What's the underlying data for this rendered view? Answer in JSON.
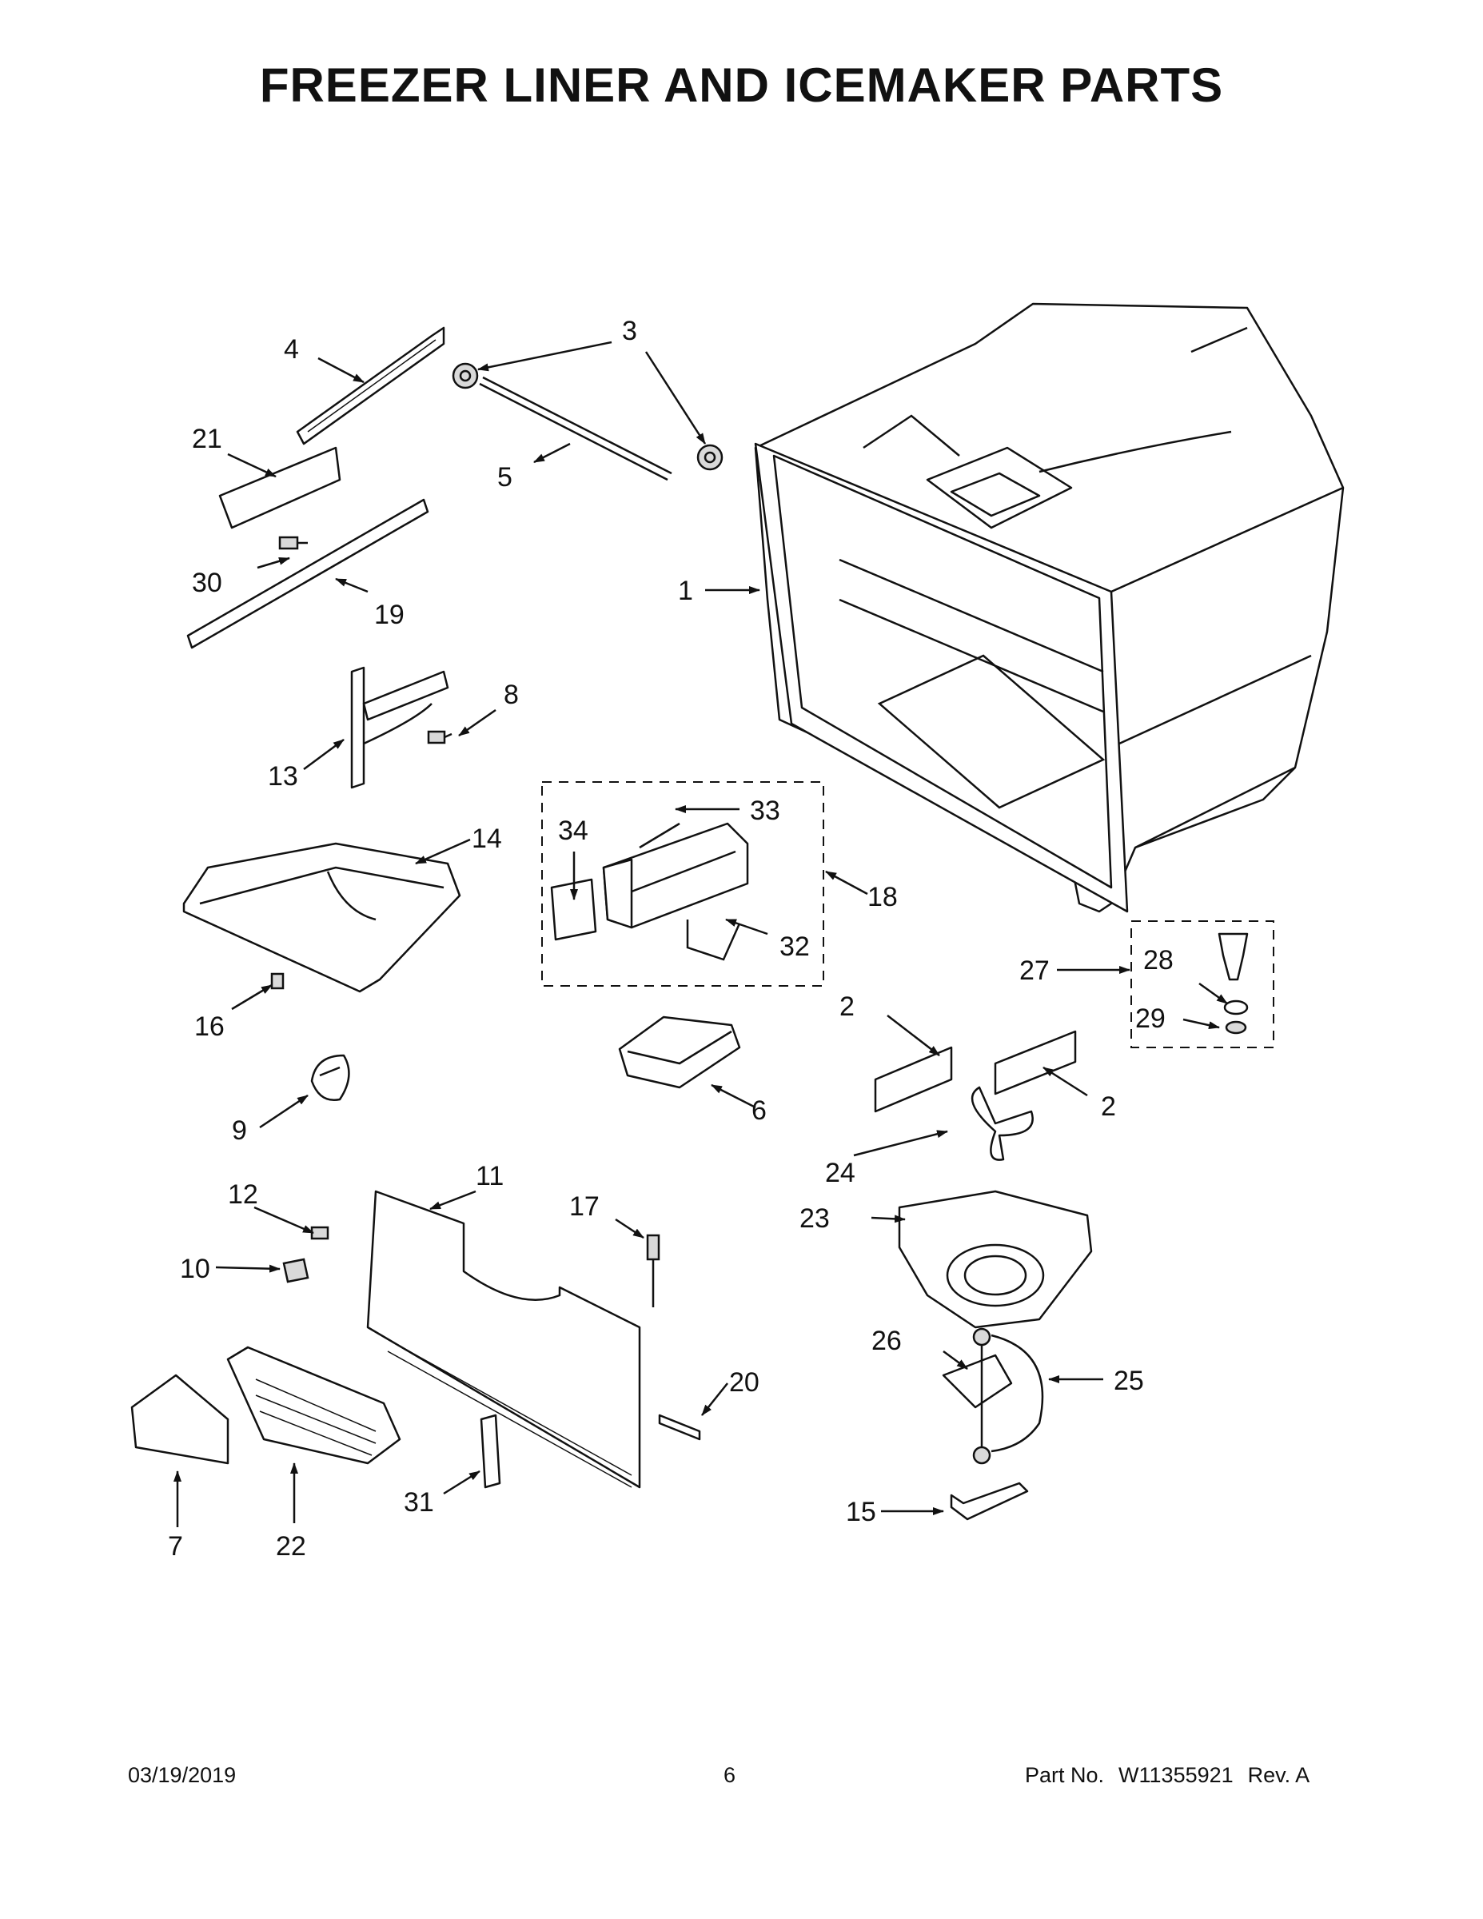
{
  "title": "FREEZER LINER AND ICEMAKER PARTS",
  "callouts": [
    "1",
    "2",
    "2",
    "3",
    "3",
    "4",
    "5",
    "6",
    "7",
    "8",
    "9",
    "10",
    "11",
    "12",
    "13",
    "14",
    "15",
    "16",
    "17",
    "18",
    "19",
    "20",
    "21",
    "22",
    "23",
    "24",
    "25",
    "26",
    "27",
    "28",
    "29",
    "30",
    "31",
    "32",
    "33",
    "34"
  ],
  "footer": {
    "date": "03/19/2019",
    "page": "6",
    "part_label": "Part No.",
    "part_number": "W11355921",
    "rev": "Rev. A"
  }
}
